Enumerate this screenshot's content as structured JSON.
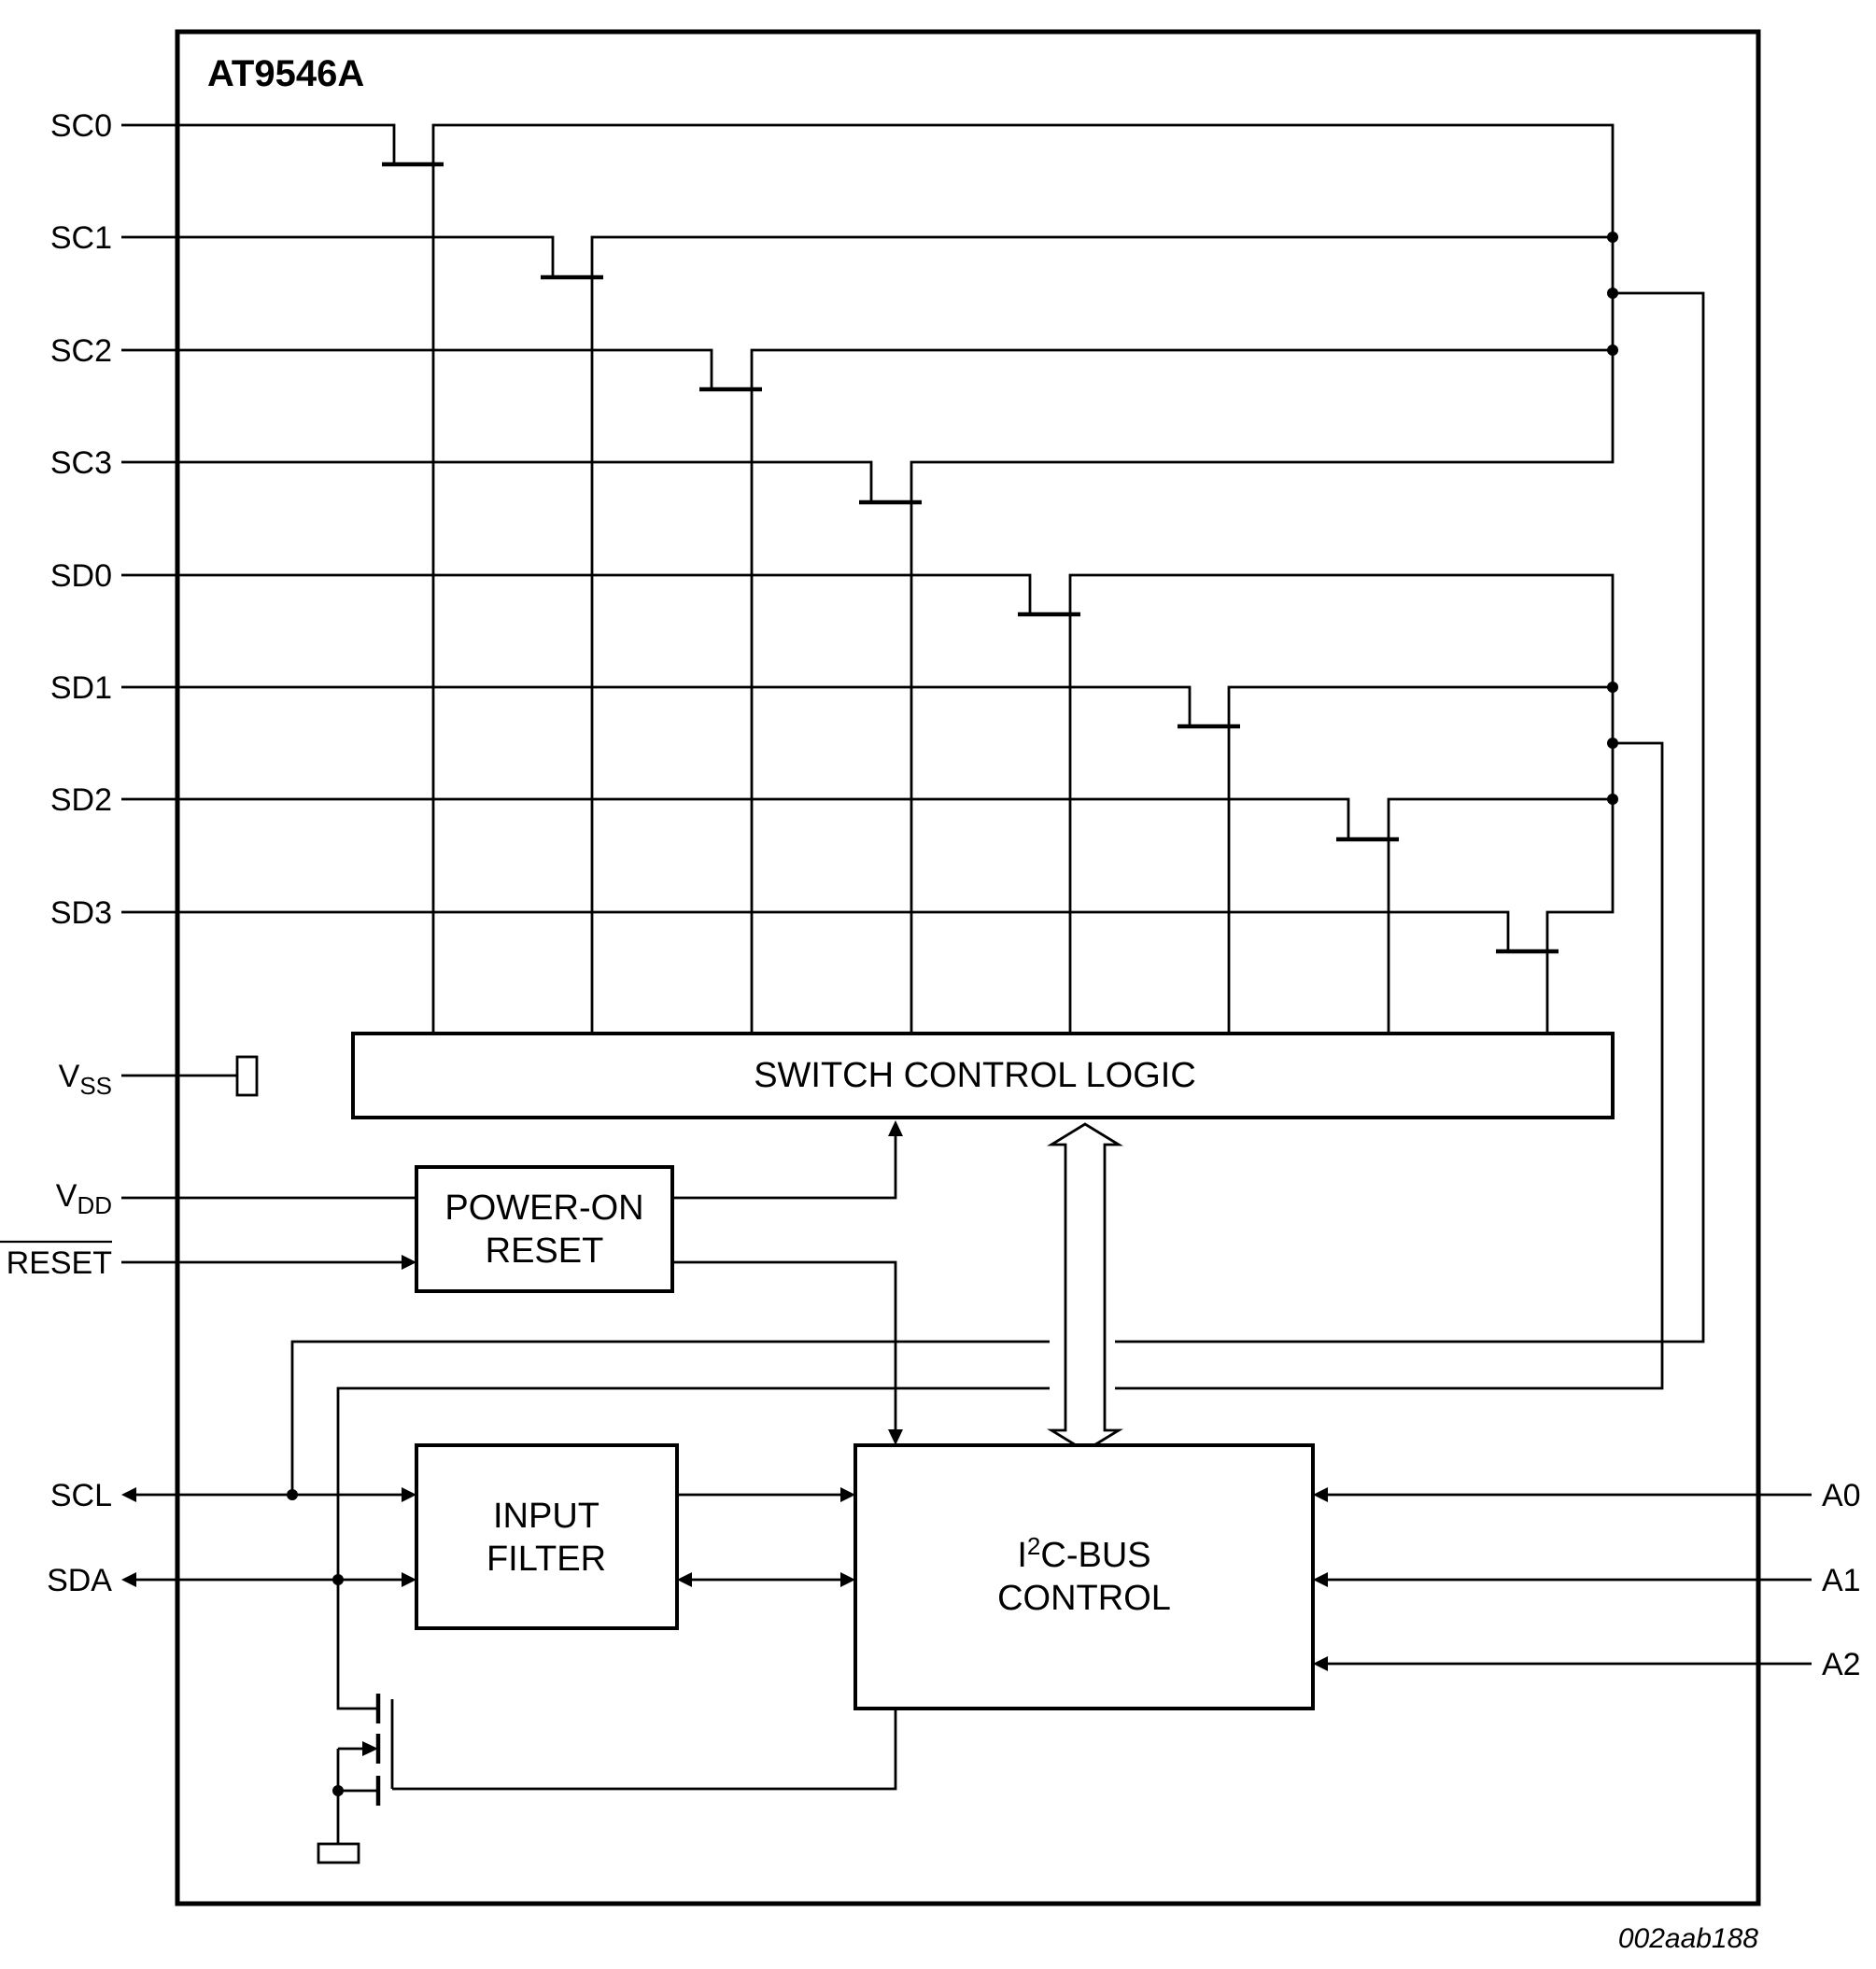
{
  "chip": {
    "title": "AT9546A"
  },
  "pins_left": {
    "sc0": "SC0",
    "sc1": "SC1",
    "sc2": "SC2",
    "sc3": "SC3",
    "sd0": "SD0",
    "sd1": "SD1",
    "sd2": "SD2",
    "sd3": "SD3",
    "vss": {
      "main": "V",
      "sub": "SS"
    },
    "vdd": {
      "main": "V",
      "sub": "DD"
    },
    "reset": "RESET",
    "scl": "SCL",
    "sda": "SDA"
  },
  "pins_right": {
    "a0": "A0",
    "a1": "A1",
    "a2": "A2"
  },
  "blocks": {
    "switch_control": "SWITCH CONTROL LOGIC",
    "power_on_reset": {
      "line1": "POWER-ON",
      "line2": "RESET"
    },
    "input_filter": {
      "line1": "INPUT",
      "line2": "FILTER"
    },
    "i2c_control": {
      "line1_prefix": "I",
      "line1_sup": "2",
      "line1_suffix": "C-BUS",
      "line2": "CONTROL"
    }
  },
  "figure_ref": "002aab188"
}
